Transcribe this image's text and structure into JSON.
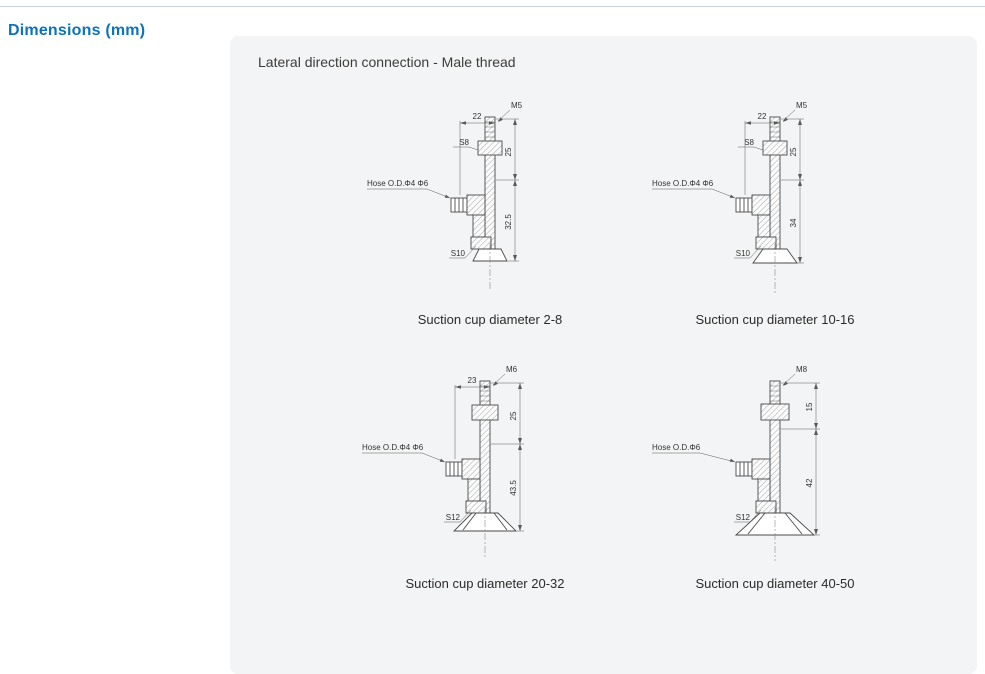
{
  "page": {
    "section_title": "Dimensions (mm)"
  },
  "panel": {
    "title": "Lateral direction connection - Male thread"
  },
  "diagrams": [
    {
      "caption": "Suction cup diameter 2-8",
      "top_width": "22",
      "thread": "M5",
      "nut_label": "S8",
      "upper_dim": "25",
      "lower_dim": "32.5",
      "hose_label": "Hose O.D.Φ4 Φ6",
      "body_label": "S10"
    },
    {
      "caption": "Suction cup diameter 10-16",
      "top_width": "22",
      "thread": "M5",
      "nut_label": "S8",
      "upper_dim": "25",
      "lower_dim": "34",
      "hose_label": "Hose O.D.Φ4 Φ6",
      "body_label": "S10"
    },
    {
      "caption": "Suction cup diameter 20-32",
      "top_width": "23",
      "thread": "M6",
      "upper_dim": "25",
      "lower_dim": "43.5",
      "hose_label": "Hose O.D.Φ4 Φ6",
      "body_label": "S12"
    },
    {
      "caption": "Suction cup diameter 40-50",
      "thread": "M8",
      "upper_dim": "15",
      "lower_dim": "42",
      "hose_label": "Hose O.D.Φ6",
      "body_label": "S12"
    }
  ],
  "colors": {
    "accent_blue": "#0d72b9",
    "panel_background": "#f3f4f5",
    "drawing_line": "#4a4a4a",
    "top_rule": "#c6d3df"
  }
}
